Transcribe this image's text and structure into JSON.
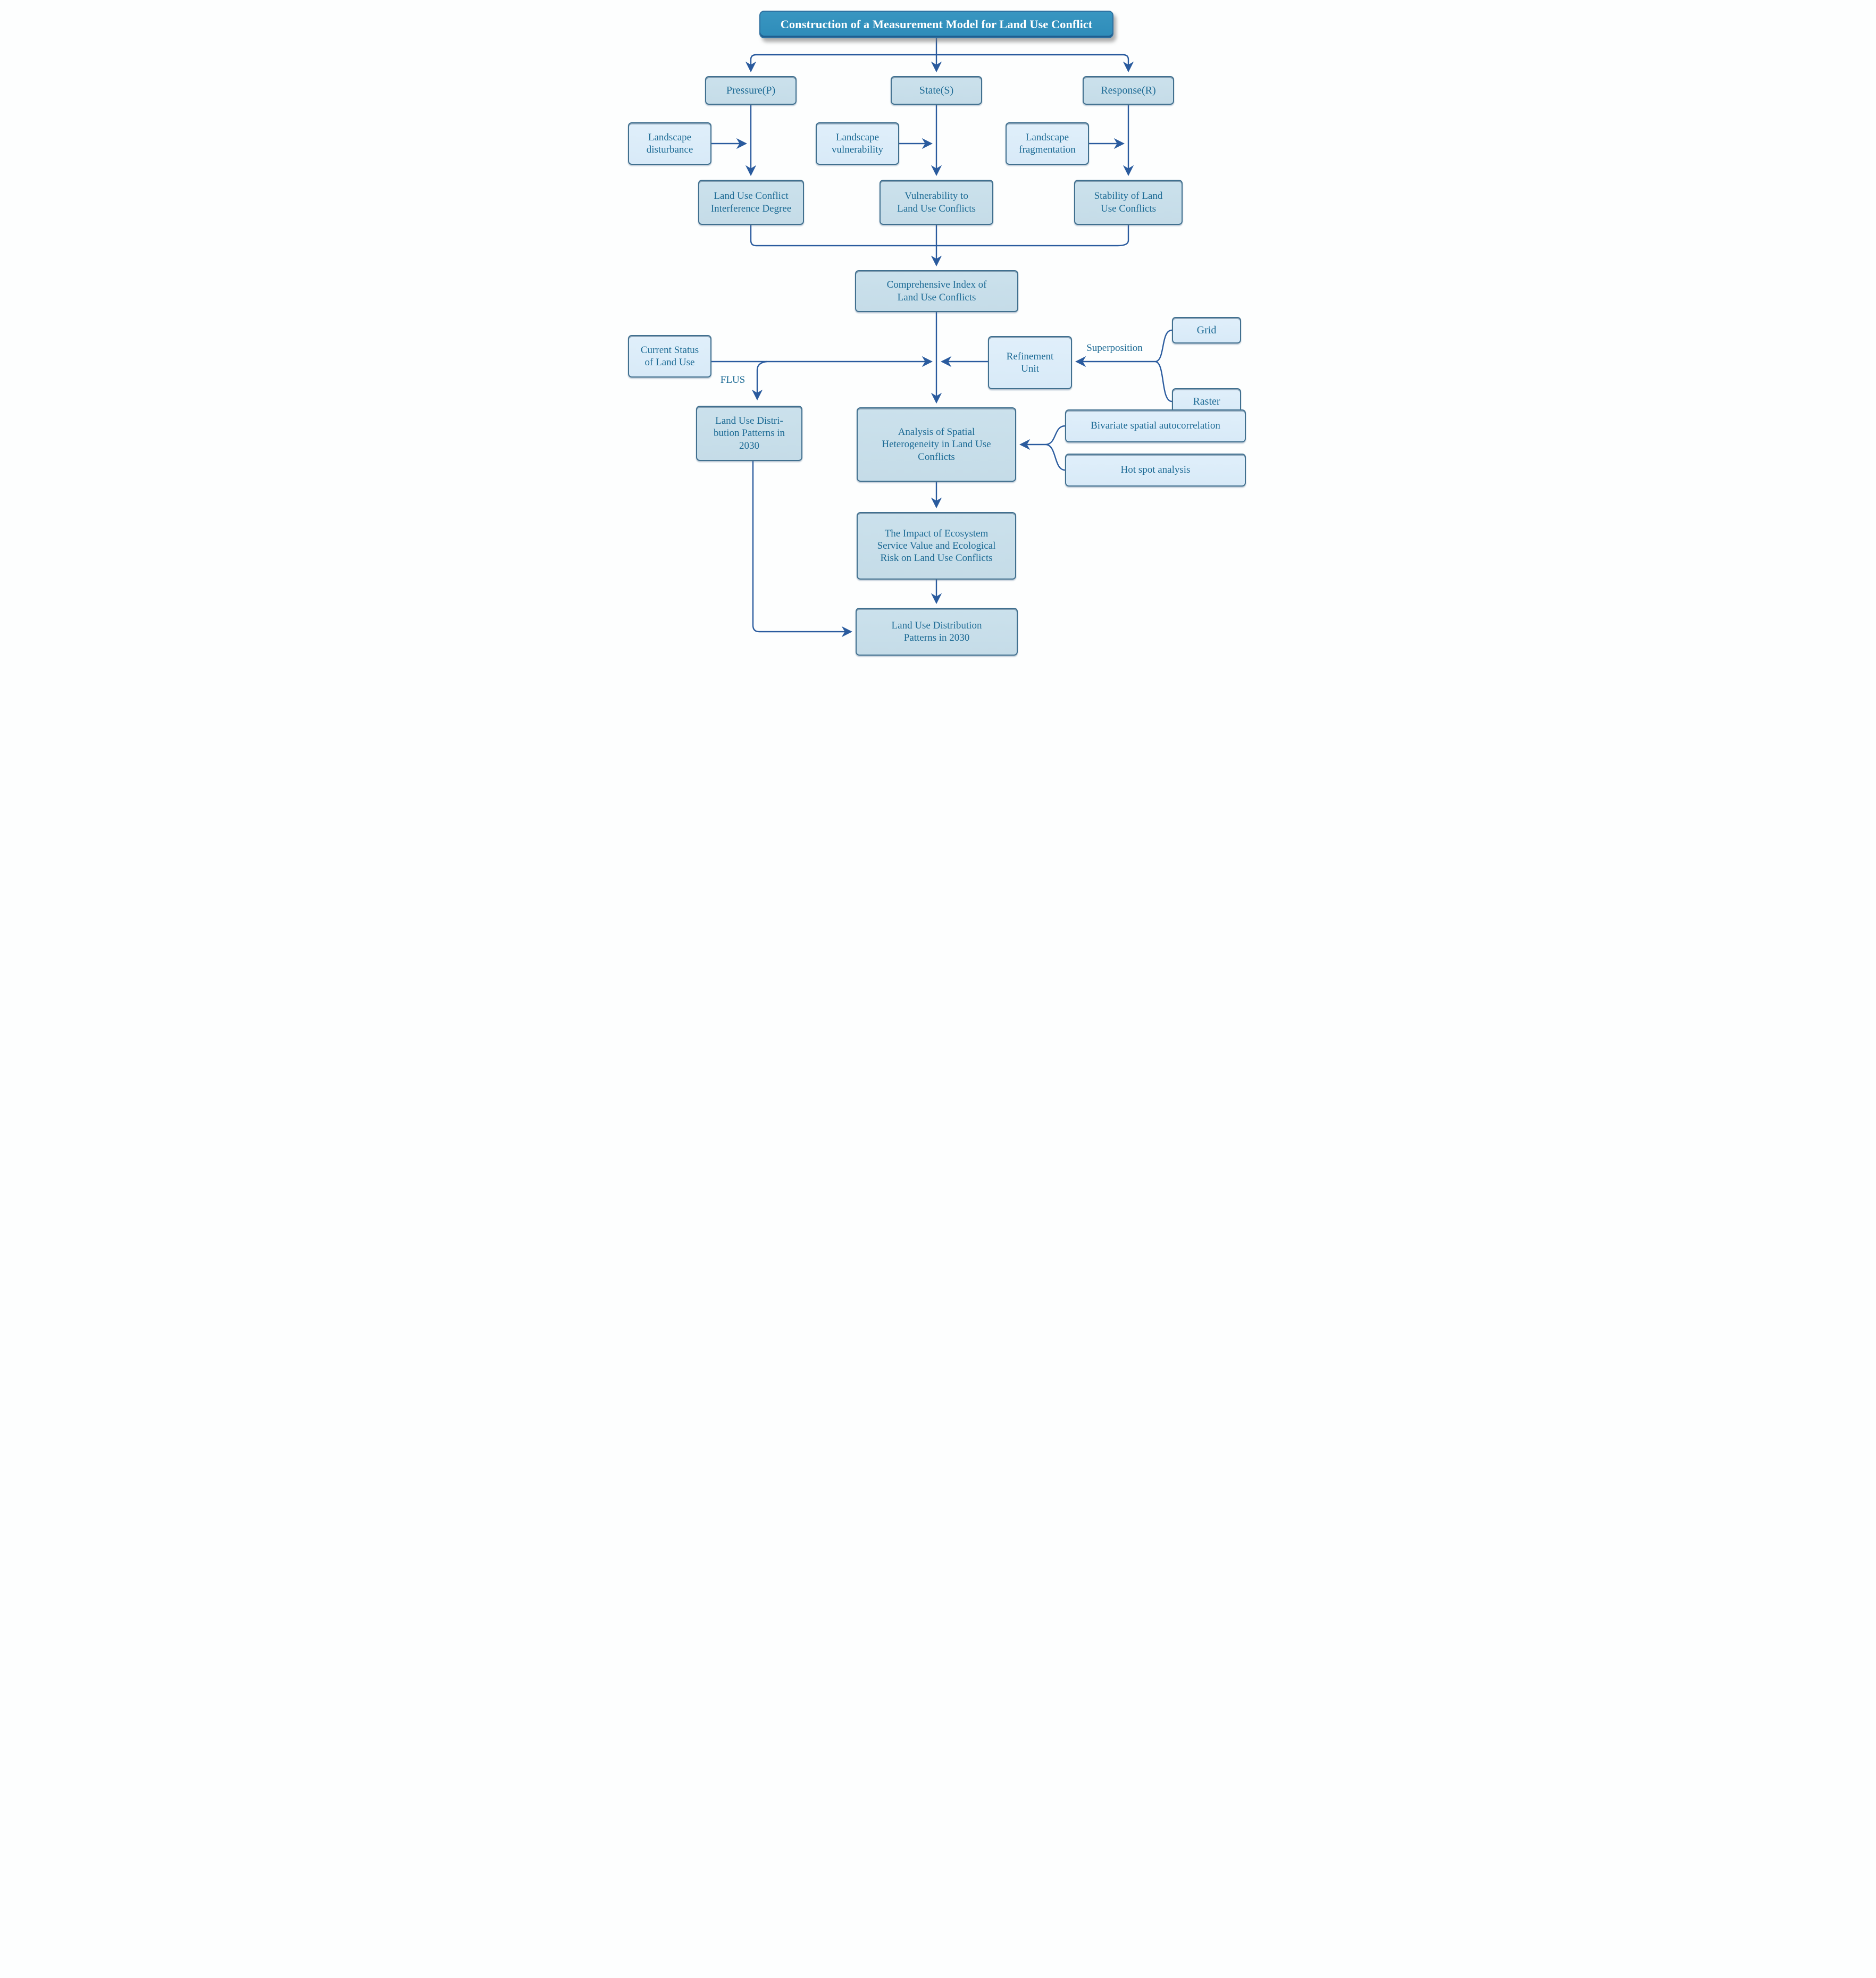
{
  "diagram": {
    "title": "Construction of a Measurement Model for Land Use Conflict",
    "nodes": {
      "pressure": "Pressure(P)",
      "state": "State(S)",
      "response": "Response(R)",
      "landscape_disturbance": "Landscape\ndisturbance",
      "landscape_vulnerability": "Landscape\nvulnerability",
      "landscape_fragmentation": "Landscape\nfragmentation",
      "interference_degree": "Land Use Conflict\nInterference Degree",
      "vulnerability_to_conflicts": "Vulnerability to\nLand Use Conflicts",
      "stability_of_conflicts": "Stability of Land\nUse Conflicts",
      "comprehensive_index": "Comprehensive Index of\nLand Use Conflicts",
      "current_status": "Current Status\nof Land Use",
      "refinement_unit": "Refinement\nUnit",
      "grid": "Grid",
      "raster": "Raster",
      "land_use_2030_left": "Land Use Distri-\nbution Patterns in\n2030",
      "analysis_spatial_heterogeneity": "Analysis of Spatial\nHeterogeneity in Land Use\nConflicts",
      "bivariate_autocorrelation": "Bivariate spatial autocorrelation",
      "hot_spot_analysis": "Hot spot analysis",
      "impact_ecosystem": "The Impact of Ecosystem\nService Value and Ecological\nRisk on Land Use Conflicts",
      "land_use_2030_bottom": "Land Use Distribution\nPatterns in 2030"
    },
    "edge_labels": {
      "flus": "FLUS",
      "superposition": "Superposition"
    },
    "colors": {
      "title_fill": "#3996C1",
      "title_text": "#FFFFFF",
      "box_fill_medium": "#C9DFEA",
      "box_fill_light": "#DCEDF9",
      "box_border": "#41708F",
      "line": "#2A5B9E",
      "text": "#1D6B95"
    }
  }
}
